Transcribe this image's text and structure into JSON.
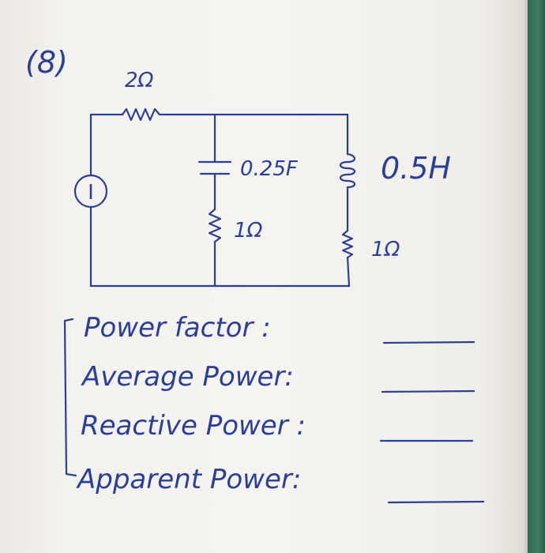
{
  "problem": {
    "number": "(8)"
  },
  "circuit": {
    "series_resistor": "2Ω",
    "source_symbol": "I",
    "capacitor": "0.25F",
    "inductor": "0.5H",
    "branch1_resistor": "1Ω",
    "branch2_resistor": "1Ω"
  },
  "questions": [
    {
      "label": "Power factor :"
    },
    {
      "label": "Average Power:"
    },
    {
      "label": "Reactive Power :"
    },
    {
      "label": "Apparent Power:"
    }
  ],
  "colors": {
    "ink": "#2a3f9c",
    "paper": "#f6f4f1",
    "edge": "#3a7d63"
  }
}
